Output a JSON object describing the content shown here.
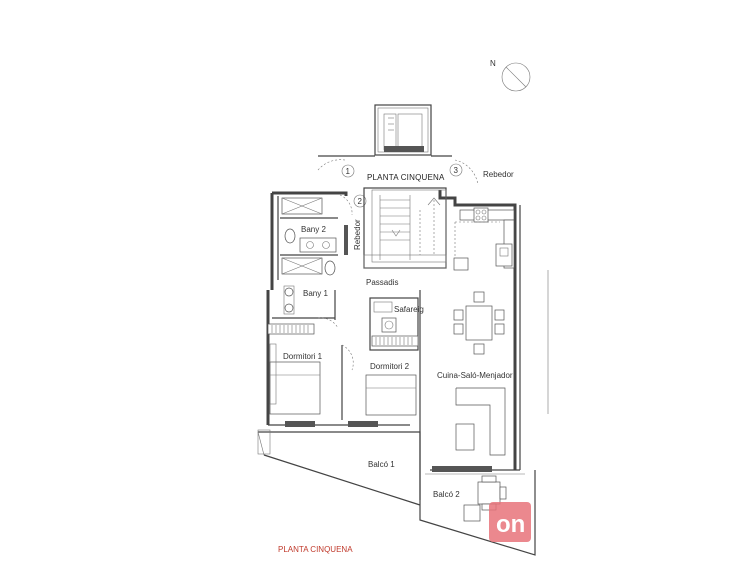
{
  "plan": {
    "title": "PLANTA CINQUENA",
    "footer": "PLANTA CINQUENA",
    "compass_label": "N",
    "rooms": {
      "rebedor_top": "Rebedor",
      "rebedor_side": "Rebedor",
      "bany2": "Bany 2",
      "bany1": "Bany 1",
      "passadis": "Passadis",
      "safareig": "Safareig",
      "dormitori1": "Dormitori 1",
      "dormitori2": "Dormitori 2",
      "cuina": "Cuina-Saló-Menjador",
      "balco1": "Balcó 1",
      "balco2": "Balcó 2"
    },
    "markers": [
      "1",
      "2",
      "3"
    ],
    "logo_text": "on",
    "colors": {
      "logo": "#e8737a",
      "footer": "#c0392b",
      "walls": "#444444"
    }
  }
}
